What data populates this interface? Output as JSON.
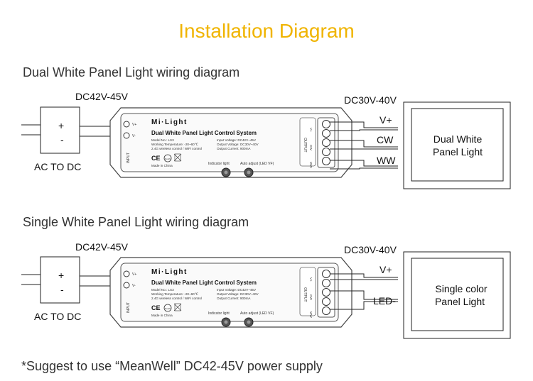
{
  "title": "Installation Diagram",
  "footnote": "*Suggest to use “MeanWell” DC42-45V power supply",
  "controller": {
    "brand": "Mi·Light",
    "product": "Dual White Panel Light Control System",
    "model": "Model No.: LS3",
    "temp": "Working Temperature: -20~60℃",
    "wireless": "2.4G wireless control / WiFi control",
    "made_in": "Made in China",
    "input_voltage": "Input Voltage: DC42V~45V",
    "output_voltage": "Output Voltage: DC30V~40V",
    "output_current": "Output Current: 900mA",
    "indicator": "Indicator light",
    "auto_adjust": "Auto adjust (LED VF)",
    "input_word": "INPUT",
    "output_word": "OUTPUT",
    "term_vplus": "V+",
    "term_vminus": "V-",
    "term_cw": "CW",
    "term_ww": "WW",
    "term_out_vplus": "V+",
    "ce_mark": "CE",
    "rohs": "RoHS"
  },
  "sections": [
    {
      "title": "Dual White Panel Light wiring diagram",
      "input_voltage": "DC42V-45V",
      "output_voltage": "DC30V-40V",
      "plus": "+",
      "minus": "-",
      "psu_label": "AC TO DC",
      "wire_labels": [
        "V+",
        "CW",
        "WW"
      ],
      "load_label_line1": "Dual White",
      "load_label_line2": "Panel Light"
    },
    {
      "title": "Single White Panel Light wiring diagram",
      "input_voltage": "DC42V-45V",
      "output_voltage": "DC30V-40V",
      "plus": "+",
      "minus": "-",
      "psu_label": "AC TO DC",
      "wire_labels": [
        "V+",
        "LED-"
      ],
      "load_label_line1": "Single color",
      "load_label_line2": "Panel Light"
    }
  ]
}
